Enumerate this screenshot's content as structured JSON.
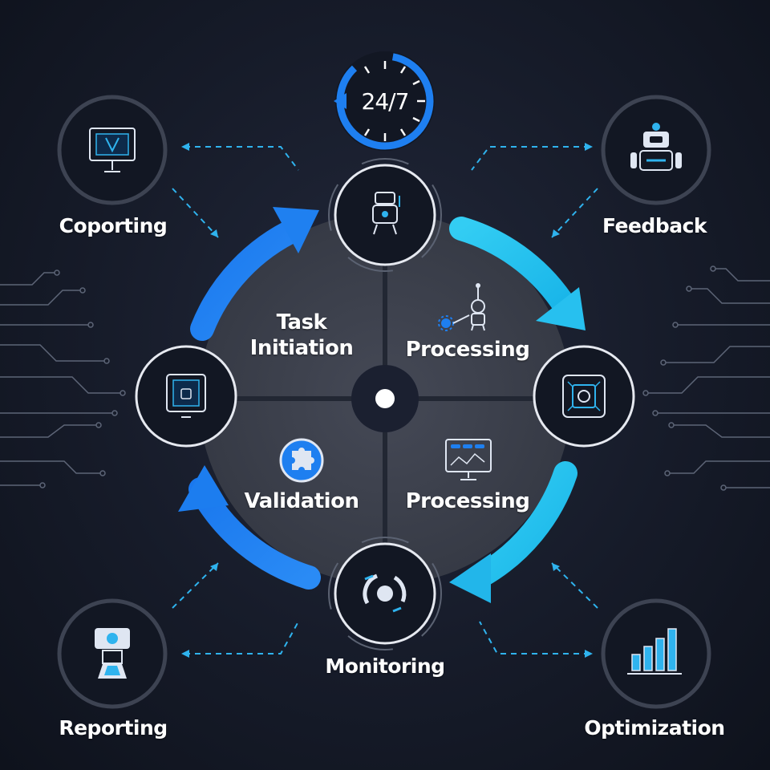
{
  "clock": {
    "text": "24/7"
  },
  "center": {
    "task": "Task",
    "initiation": "Initiation",
    "processing_top": "Processing",
    "validation": "Validation",
    "processing_bottom": "Processing"
  },
  "labels": {
    "top_left": "Coporting",
    "top_right": "Feedback",
    "bottom_left": "Reporting",
    "bottom_right": "Optimization",
    "monitoring": "Monitoring"
  },
  "colors": {
    "accent_blue": "#1e7ff0",
    "accent_cyan": "#22c3ee",
    "node_ring": "#e6e9f0",
    "node_fill": "#121723",
    "disc": "#3a3e49"
  },
  "icons": {
    "top_node": "robot-head-icon",
    "left_node": "tablet-lock-icon",
    "right_node": "circuit-chip-icon",
    "bottom_node": "gauge-ring-icon",
    "top_left": "monitor-chip-icon",
    "top_right": "robot-icon",
    "bottom_left": "robot-arm-icon",
    "bottom_right": "bar-chart-icon",
    "processing_top": "robot-gears-icon",
    "validation": "puzzle-icon",
    "processing_bottom": "dashboard-monitor-icon"
  }
}
